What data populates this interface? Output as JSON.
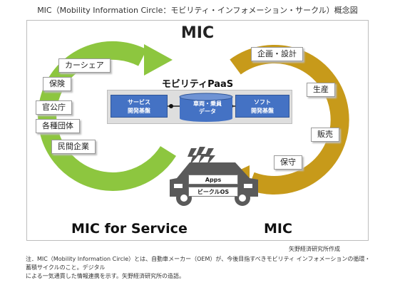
{
  "page_title": "MIC（Mobility Information Circle：モビリティ・インフォメーション・サークル）概念図",
  "diagram_title": "MIC",
  "left_labels": [
    "カーシェア",
    "保険",
    "官公庁",
    "各種団体",
    "民間企業"
  ],
  "right_labels": [
    "企画・設計",
    "生産",
    "販売",
    "保守"
  ],
  "paas": {
    "title": "モビリティPaaS",
    "service_box": [
      "サービス",
      "開発基盤"
    ],
    "data_box": [
      "車両・乗員",
      "データ"
    ],
    "software_box": [
      "ソフト",
      "開発基盤"
    ]
  },
  "car": {
    "apps_label": "Apps",
    "os_label": "ビークルOS"
  },
  "left_caption": "MIC for Service",
  "right_caption": "MIC",
  "source": "矢野経済研究所作成",
  "note": [
    "注．MIC（Mobility Information Circle）とは、自動車メーカー（OEM）が、今後目指すべきモビリティ インフォメーションの循環・蓄積サイクルのこと。デジタル",
    "による一気通貫した情報連携を示す。矢野経済研究所の造語。"
  ],
  "colors": {
    "green": "#8dc63f",
    "gold": "#c79a1a",
    "blue": "#4472c4",
    "car": "#5a5a5a"
  },
  "icons": {
    "signal": "wireless-signal-icon",
    "car": "car-icon",
    "connector": "connector-dot-icon"
  }
}
